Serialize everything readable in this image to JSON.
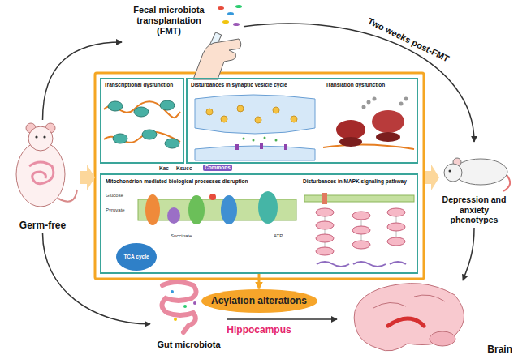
{
  "diagram": {
    "nodes": [
      {
        "text": [
          "Fecal microbiota transplantation (FMT)"
        ]
      },
      {
        "text": [
          "Germ-free"
        ]
      },
      {
        "text": [
          "Transcriptional dysfunction"
        ]
      },
      {
        "text": [
          "Disturbances in synaptic vesicle cycle",
          "Translation dysfunction"
        ]
      },
      {
        "text": [
          "Mitochondrion-mediated biological processes disruption",
          "Disturbances in MAPK signaling pathway"
        ]
      },
      {
        "text": [
          "TCA cycle"
        ],
        "in": 4
      },
      {
        "text": [
          "Depression and anxiety phenotypes"
        ]
      },
      {
        "text": [
          "Acylation alterations"
        ]
      },
      {
        "text": [
          "Gut microbiota"
        ]
      },
      {
        "text": [
          "Brain"
        ]
      }
    ],
    "edges": [
      {
        "from": 1,
        "to": 0,
        "arrow": "to"
      },
      {
        "from": 0,
        "to": 6,
        "label": "Two weeks post-FMT",
        "arrow": "to"
      },
      {
        "from": 1,
        "to": 8,
        "arrow": "to"
      },
      {
        "from": 6,
        "to": 9,
        "arrow": "to"
      },
      {
        "from": 8,
        "to": 9,
        "arrow": "to"
      },
      {
        "from": 4,
        "to": 7,
        "arrow": "to"
      }
    ],
    "labels": [
      "Kac",
      "Ksucc",
      "Commons",
      "Glucose",
      "Pyruvate",
      "Succinate",
      "ATP",
      "Hippocampus"
    ]
  }
}
